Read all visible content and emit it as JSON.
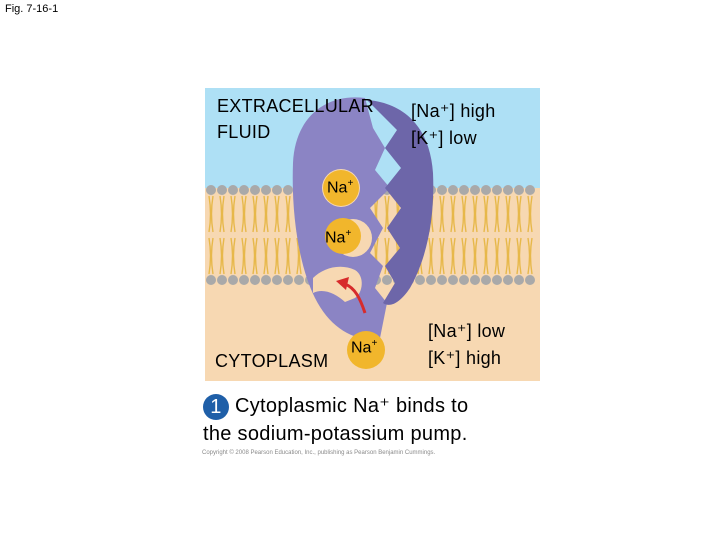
{
  "figure_label": "Fig. 7-16-1",
  "regions": {
    "extracellular": [
      "EXTRACELLULAR",
      "FLUID"
    ],
    "cytoplasm": "CYTOPLASM"
  },
  "concentrations": {
    "outside_na": "[Na⁺] high",
    "outside_k": "[K⁺] low",
    "inside_na": "[Na⁺] low",
    "inside_k": "[K⁺] high"
  },
  "ions": {
    "symbol": "Na",
    "charge": "+"
  },
  "caption": {
    "step": "1",
    "line1": "Cytoplasmic Na⁺ binds to",
    "line2": "the sodium-potassium pump."
  },
  "copyright": "Copyright © 2008 Pearson Education, Inc., publishing as Pearson Benjamin Cummings.",
  "colors": {
    "extracellular": "#aee0f5",
    "cytoplasm": "#f7d8b2",
    "lipid_head": "#a9a9a9",
    "lipid_tail": "#e7b84a",
    "protein": "#8b84c4",
    "sodium": "#f1b62c",
    "arrow": "#d72b2b",
    "step_badge": "#1f5fa8"
  },
  "icons": [
    "curved-arrow-icon"
  ]
}
